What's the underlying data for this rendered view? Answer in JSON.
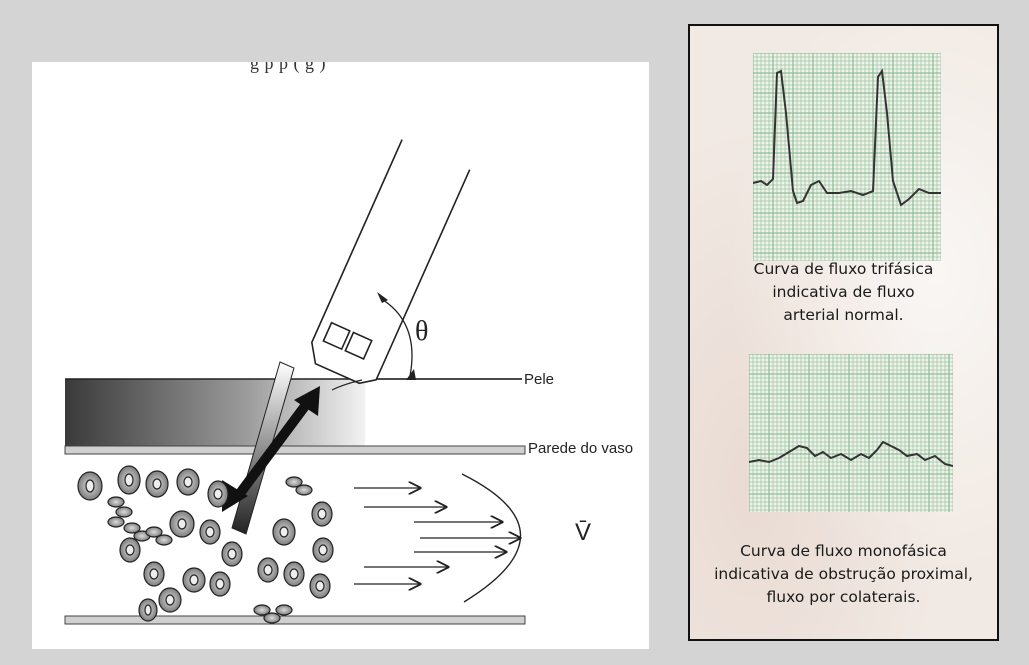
{
  "doppler_diagram": {
    "cut_off_text": "g    p         p          (  g        )",
    "labels": {
      "skin": "Pele",
      "vessel_wall": "Parede do vaso",
      "angle": "θ",
      "velocity": "V̄"
    }
  },
  "waveform_panel": {
    "caption_triphasic": [
      "Curva de fluxo trifásica",
      "indicativa de fluxo",
      "arterial normal."
    ],
    "caption_monophasic": [
      "Curva de fluxo monofásica",
      "indicativa de obstrução proximal,",
      "fluxo por colaterais."
    ]
  },
  "colors": {
    "background": "#d4d4d4",
    "grid_line": "#7fb08a",
    "grid_bg": "#eef3e8",
    "trace": "#333333"
  }
}
